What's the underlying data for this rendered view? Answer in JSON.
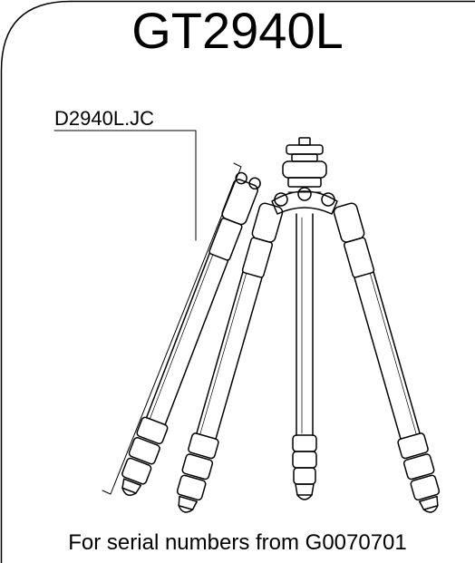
{
  "header": {
    "model": "GT2940L"
  },
  "callout": {
    "part_number": "D2940L.JC"
  },
  "footer": {
    "serial_note": "For serial numbers from G0070701"
  },
  "colors": {
    "line": "#000000",
    "background": "#ffffff"
  }
}
